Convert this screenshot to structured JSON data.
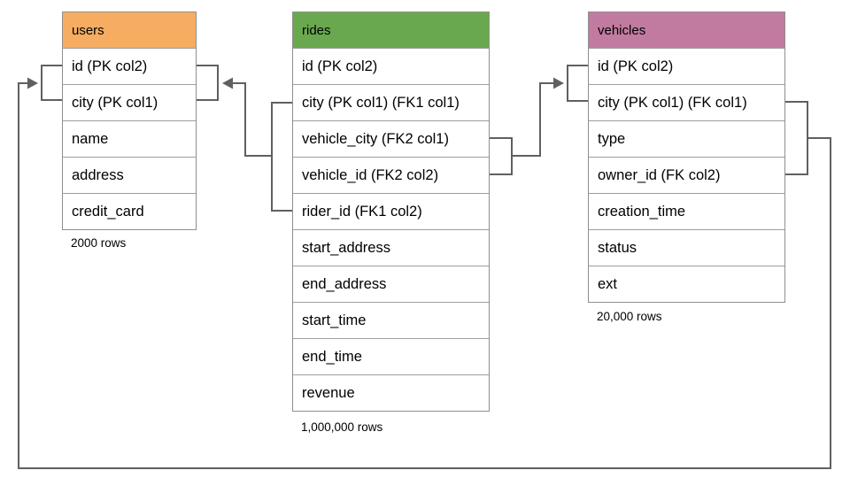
{
  "diagram": {
    "tables": {
      "users": {
        "name": "users",
        "header_color": "#F6AC61",
        "columns": [
          "id (PK col2)",
          "city (PK col1)",
          "name",
          "address",
          "credit_card"
        ],
        "row_count": "2000 rows"
      },
      "rides": {
        "name": "rides",
        "header_color": "#6AA84F",
        "columns": [
          "id (PK col2)",
          "city (PK col1) (FK1 col1)",
          "vehicle_city (FK2 col1)",
          "vehicle_id (FK2 col2)",
          "rider_id (FK1 col2)",
          "start_address",
          "end_address",
          "start_time",
          "end_time",
          "revenue"
        ],
        "row_count": "1,000,000 rows"
      },
      "vehicles": {
        "name": "vehicles",
        "header_color": "#C27BA0",
        "columns": [
          "id (PK col2)",
          "city (PK col1) (FK col1)",
          "type",
          "owner_id (FK col2)",
          "creation_time",
          "status",
          "ext"
        ],
        "row_count": "20,000 rows"
      }
    },
    "relationships": [
      {
        "id": "FK1",
        "from_table": "rides",
        "from_columns": "city, rider_id",
        "to_table": "users",
        "to_columns": "id, city",
        "arrow_points_to": "users"
      },
      {
        "id": "FK2",
        "from_table": "rides",
        "from_columns": "vehicle_city, vehicle_id",
        "to_table": "vehicles",
        "to_columns": "id, city",
        "arrow_points_to": "vehicles"
      },
      {
        "id": "FK",
        "from_table": "vehicles",
        "from_columns": "city, owner_id",
        "to_table": "users",
        "to_columns": "id, city",
        "arrow_points_to": "users"
      }
    ],
    "colors": {
      "connector_line": "#606060",
      "table_border": "#9e9e9e",
      "text": "#000000",
      "background": "#ffffff"
    }
  }
}
